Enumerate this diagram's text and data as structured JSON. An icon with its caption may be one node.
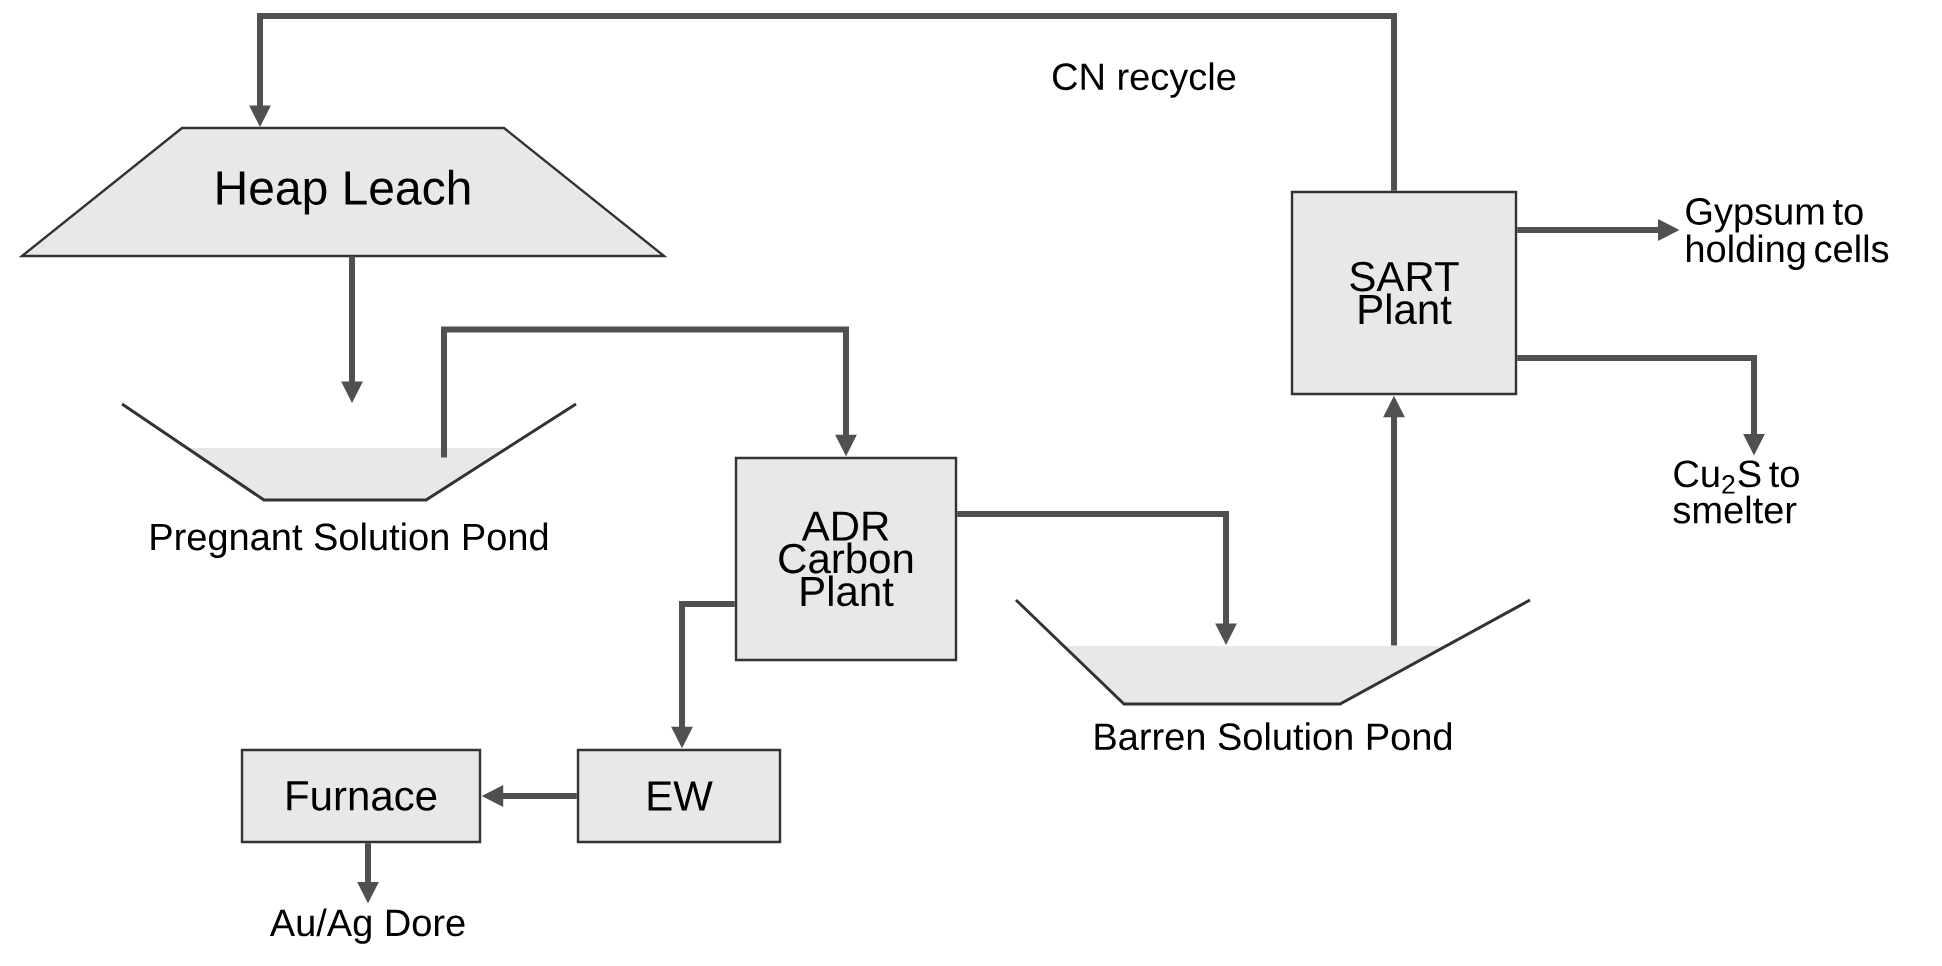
{
  "diagram": {
    "nodes": [
      {
        "text": [
          "Heap Leach"
        ]
      },
      {
        "text": [
          "Pregnant Solution Pond"
        ]
      },
      {
        "text": [
          "ADR Carbon Plant"
        ]
      },
      {
        "text": [
          "Barren Solution Pond"
        ]
      },
      {
        "text": [
          "SART Plant"
        ]
      },
      {
        "text": [
          "Gypsum to holding cells"
        ]
      },
      {
        "text": [
          "Cu$_{2}$S to smelter"
        ]
      },
      {
        "text": [
          "EW"
        ]
      },
      {
        "text": [
          "Furnace"
        ]
      },
      {
        "text": [
          "Au/Ag Dore"
        ]
      }
    ],
    "edges": [
      {
        "from": 0,
        "to": 1,
        "arrow": "to"
      },
      {
        "from": 1,
        "to": 2,
        "arrow": "to"
      },
      {
        "from": 2,
        "to": 3,
        "arrow": "to"
      },
      {
        "from": 3,
        "to": 4,
        "arrow": "to"
      },
      {
        "from": 4,
        "to": 0,
        "arrow": "to",
        "label": "CN recycle"
      },
      {
        "from": 4,
        "to": 5,
        "arrow": "to"
      },
      {
        "from": 4,
        "to": 6,
        "arrow": "to"
      },
      {
        "from": 2,
        "to": 7,
        "arrow": "to"
      },
      {
        "from": 7,
        "to": 8,
        "arrow": "to"
      },
      {
        "from": 8,
        "to": 9,
        "arrow": "to"
      }
    ]
  }
}
